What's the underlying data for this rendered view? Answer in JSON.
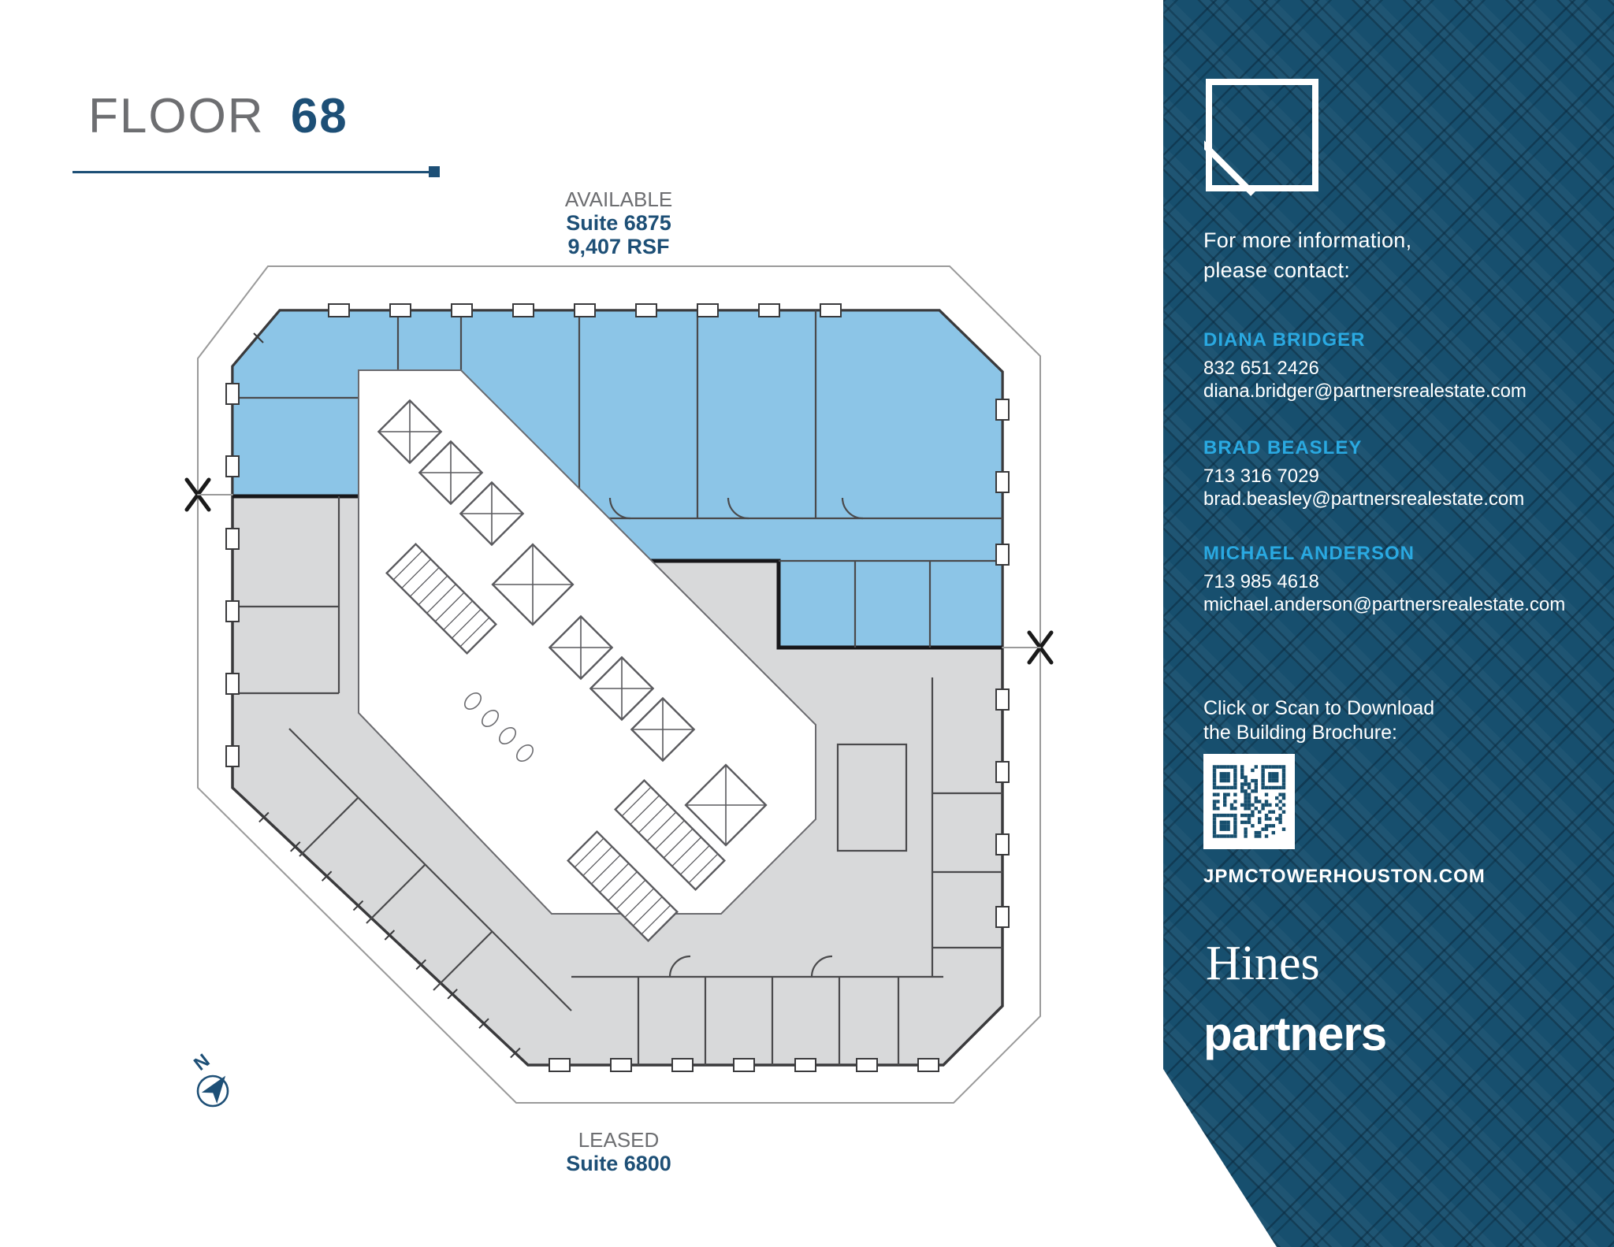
{
  "page": {
    "title_label": "FLOOR",
    "title_number": "68"
  },
  "plan": {
    "available": {
      "status": "AVAILABLE",
      "suite": "Suite 6875",
      "rsf": "9,407 RSF"
    },
    "leased": {
      "status": "LEASED",
      "suite": "Suite 6800"
    },
    "north_label": "N",
    "colors": {
      "available_fill": "#8cc5e7",
      "leased_fill": "#d8d9da",
      "wall": "#3a3a3c",
      "demising": "#17171a",
      "outline": "#9a9a9a"
    }
  },
  "sidebar": {
    "logo_icon": "square-with-diagonal-slice",
    "intro_line1": "For more information,",
    "intro_line2": "please contact:",
    "contacts": [
      {
        "name": "DIANA BRIDGER",
        "phone": "832 651 2426",
        "email": "diana.bridger@partnersrealestate.com"
      },
      {
        "name": "BRAD BEASLEY",
        "phone": "713 316 7029",
        "email": "brad.beasley@partnersrealestate.com"
      },
      {
        "name": "MICHAEL ANDERSON",
        "phone": "713 985 4618",
        "email": "michael.anderson@partnersrealestate.com"
      }
    ],
    "qr_caption_line1": "Click or Scan to Download",
    "qr_caption_line2": "the Building Brochure:",
    "website": "JPMCTOWERHOUSTON.COM",
    "logo_hines": "Hines",
    "logo_partners": "partners",
    "colors": {
      "navy": "#174f6e",
      "accent": "#2aa9e1"
    }
  }
}
